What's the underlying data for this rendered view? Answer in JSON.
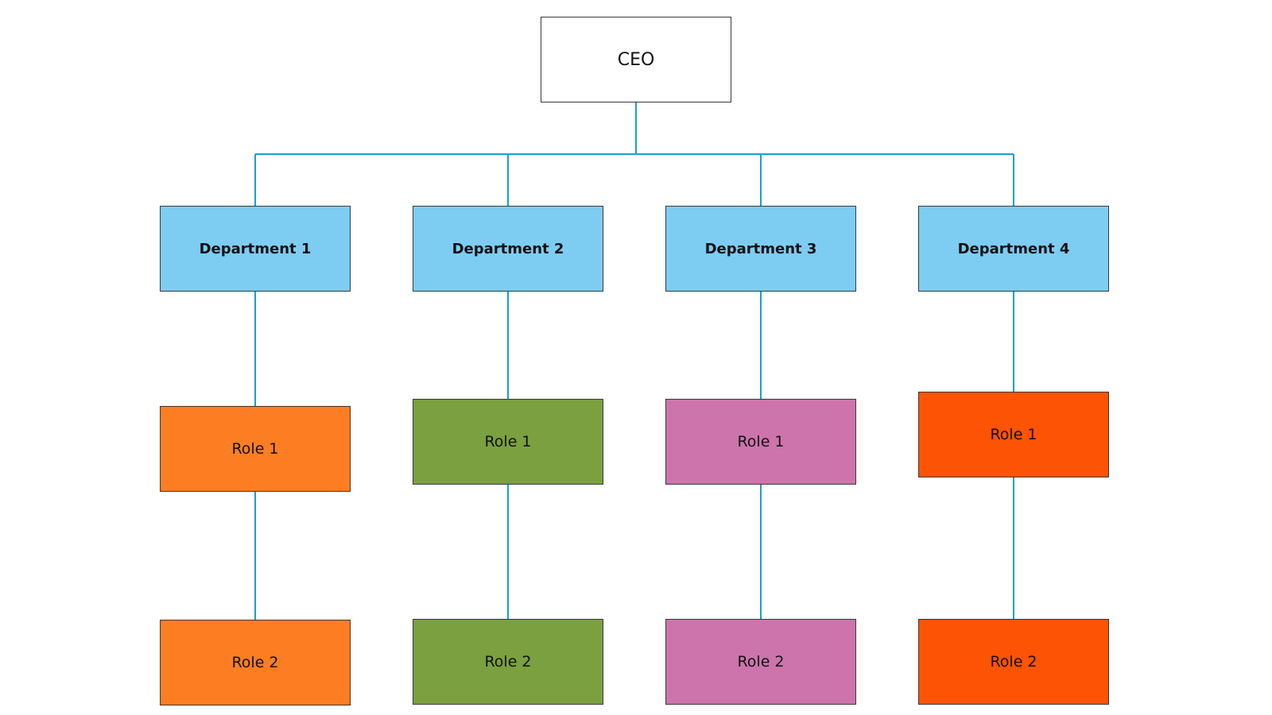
{
  "org": {
    "ceo": {
      "label": "CEO",
      "color": "#ffffff"
    },
    "departments": [
      {
        "label": "Department 1",
        "color": "#7dcdf3",
        "roles": [
          {
            "label": "Role 1",
            "color": "#fd7e22"
          },
          {
            "label": "Role 2",
            "color": "#fd7e22"
          }
        ]
      },
      {
        "label": "Department 2",
        "color": "#7dcdf3",
        "roles": [
          {
            "label": "Role 1",
            "color": "#7ba03f"
          },
          {
            "label": "Role 2",
            "color": "#7ba03f"
          }
        ]
      },
      {
        "label": "Department 3",
        "color": "#7dcdf3",
        "roles": [
          {
            "label": "Role 1",
            "color": "#cd74ad"
          },
          {
            "label": "Role 2",
            "color": "#cd74ad"
          }
        ]
      },
      {
        "label": "Department 4",
        "color": "#7dcdf3",
        "roles": [
          {
            "label": "Role 1",
            "color": "#fd5304"
          },
          {
            "label": "Role 2",
            "color": "#fd5304"
          }
        ]
      }
    ],
    "connector_color": "#1a9fd0"
  }
}
